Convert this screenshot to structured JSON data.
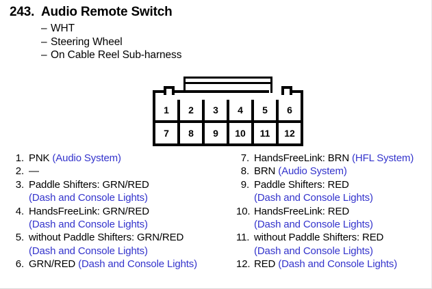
{
  "header": {
    "number": "243.",
    "title": "Audio Remote Switch",
    "details": [
      {
        "dash": "–",
        "text": "WHT"
      },
      {
        "dash": "–",
        "text": "Steering Wheel"
      },
      {
        "dash": "–",
        "text": "On Cable Reel Sub-harness"
      }
    ]
  },
  "connector": {
    "name": "12-pin connector",
    "row1": [
      "1",
      "2",
      "3",
      "4",
      "5",
      "6"
    ],
    "row2": [
      "7",
      "8",
      "9",
      "10",
      "11",
      "12"
    ]
  },
  "colors": {
    "system_text": "#3333cc",
    "body_text": "#000000",
    "background": "#ffffff"
  },
  "pins": {
    "left": [
      {
        "num": "1.",
        "wire": "PNK ",
        "system": "(Audio System)",
        "line2_system": ""
      },
      {
        "num": "2.",
        "wire": "—",
        "system": "",
        "line2_system": ""
      },
      {
        "num": "3.",
        "wire": "Paddle Shifters: GRN/RED",
        "system": "",
        "line2_system": "(Dash and Console Lights)"
      },
      {
        "num": "4.",
        "wire": "HandsFreeLink: GRN/RED",
        "system": "",
        "line2_system": "(Dash and Console Lights)"
      },
      {
        "num": "5.",
        "wire": "without Paddle Shifters: GRN/RED",
        "system": "",
        "line2_system": "(Dash and Console Lights)"
      },
      {
        "num": "6.",
        "wire": "GRN/RED ",
        "system": "(Dash and Console Lights)",
        "line2_system": ""
      }
    ],
    "right": [
      {
        "num": "7.",
        "wire": "HandsFreeLink: BRN ",
        "system": "(HFL System)",
        "line2_system": ""
      },
      {
        "num": "8.",
        "wire": "BRN ",
        "system": "(Audio System)",
        "line2_system": ""
      },
      {
        "num": "9.",
        "wire": "Paddle Shifters: RED",
        "system": "",
        "line2_system": "(Dash and Console Lights)"
      },
      {
        "num": "10.",
        "wire": "HandsFreeLink: RED",
        "system": "",
        "line2_system": "(Dash and Console Lights)"
      },
      {
        "num": "11.",
        "wire": "without Paddle Shifters: RED",
        "system": "",
        "line2_system": "(Dash and Console Lights)"
      },
      {
        "num": "12.",
        "wire": "RED ",
        "system": "(Dash and Console Lights)",
        "line2_system": ""
      }
    ]
  }
}
